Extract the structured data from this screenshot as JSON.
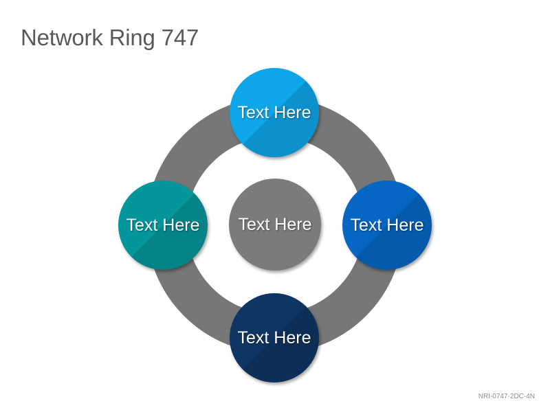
{
  "title": "Network Ring 747",
  "nodes": {
    "top": {
      "label": "Text Here",
      "color": "#0ea5e9"
    },
    "right": {
      "label": "Text Here",
      "color": "#0666c4"
    },
    "bottom": {
      "label": "Text Here",
      "color": "#0f3563"
    },
    "left": {
      "label": "Text Here",
      "color": "#04969b"
    },
    "center": {
      "label": "Text Here",
      "color": "#7b7b7b"
    }
  },
  "ring_color": "#777777",
  "footer_code": "NRI-0747-2DC-4N"
}
